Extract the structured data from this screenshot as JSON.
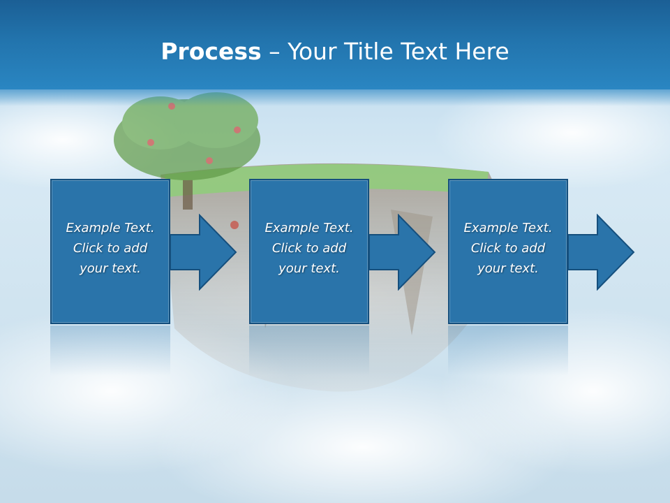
{
  "slide": {
    "title_bold": "Process",
    "title_rest": " – Your Title Text Here"
  },
  "process_steps": [
    {
      "line1": "Example Text.",
      "line2": "Click  to add",
      "line3": "your text."
    },
    {
      "line1": "Example Text.",
      "line2": "Click  to add",
      "line3": "your text."
    },
    {
      "line1": "Example Text.",
      "line2": "Click  to add",
      "line3": "your text."
    }
  ],
  "colors": {
    "title_band": "#2274ad",
    "box_fill": "#2a74aa",
    "box_border": "#154f7d",
    "sky": "#cfe4f1",
    "text": "#ffffff"
  },
  "icons": [
    "right-arrow-icon"
  ]
}
